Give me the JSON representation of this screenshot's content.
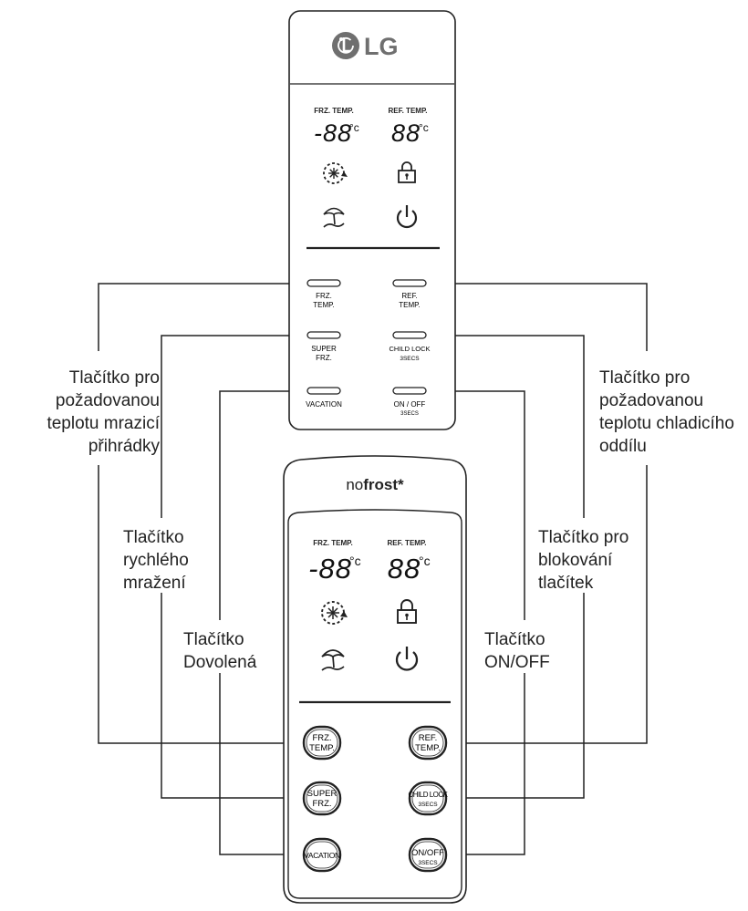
{
  "panel_top": {
    "brand": "LG",
    "display": {
      "frz_label": "FRZ. TEMP.",
      "ref_label": "REF. TEMP.",
      "frz_value": "-88",
      "ref_value": "88",
      "unit": "°c"
    },
    "buttons": {
      "frz": [
        "FRZ.",
        "TEMP."
      ],
      "ref": [
        "REF.",
        "TEMP."
      ],
      "super": [
        "SUPER",
        "FRZ."
      ],
      "childlock": [
        "CHILD LOCK",
        "3SECS"
      ],
      "vacation": [
        "VACATION"
      ],
      "onoff": [
        "ON / OFF",
        "3SECS"
      ]
    }
  },
  "panel_bottom": {
    "brand_prefix": "no",
    "brand_bold": "frost*",
    "display": {
      "frz_label": "FRZ. TEMP.",
      "ref_label": "REF. TEMP.",
      "frz_value": "-88",
      "ref_value": "88",
      "unit": "°c"
    },
    "buttons": {
      "frz": [
        "FRZ.",
        "TEMP."
      ],
      "ref": [
        "REF.",
        "TEMP."
      ],
      "super": [
        "SUPER",
        "FRZ."
      ],
      "childlock": [
        "CHILD LOCK",
        "3SECS"
      ],
      "vacation": [
        "VACATION"
      ],
      "onoff": [
        "ON/OFF",
        "3SECS"
      ]
    }
  },
  "callouts": {
    "frz_temp": [
      "Tlačítko pro",
      "požadovanou",
      "teplotu mrazicí",
      "přihrádky"
    ],
    "super_frz": [
      "Tlačítko",
      "rychlého",
      "mražení"
    ],
    "vacation": [
      "Tlačítko",
      "Dovolená"
    ],
    "ref_temp": [
      "Tlačítko pro",
      "požadovanou",
      "teplotu chladicího",
      "oddílu"
    ],
    "child_lock": [
      "Tlačítko pro",
      "blokování",
      "tlačítek"
    ],
    "on_off": [
      "Tlačítko",
      "ON/OFF"
    ]
  },
  "icons": {
    "super_freeze": "super-freeze-icon",
    "lock": "lock-icon",
    "vacation": "beach-umbrella-icon",
    "power": "power-icon"
  },
  "colors": {
    "line": "#222222",
    "logo_gray": "#6f6f6f"
  }
}
